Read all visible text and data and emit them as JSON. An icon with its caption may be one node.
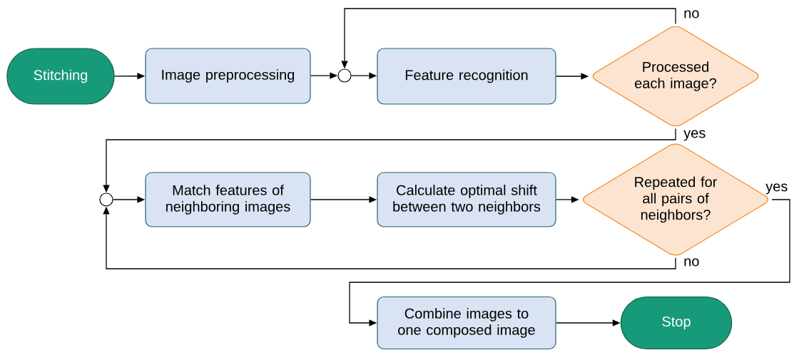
{
  "diagram": {
    "nodes": [
      {
        "text": [
          "Stitching"
        ]
      },
      {
        "text": [
          "Image preprocessing"
        ]
      },
      {
        "text": [],
        "shape": "circle"
      },
      {
        "text": [
          "Feature recognition"
        ]
      },
      {
        "text": [
          "Processed each image?"
        ]
      },
      {
        "text": [],
        "shape": "circle"
      },
      {
        "text": [
          "Match features of neighboring images"
        ]
      },
      {
        "text": [
          "Calculate optimal shift between two neighbors"
        ]
      },
      {
        "text": [
          "Repeated for all pairs of neighbors?"
        ]
      },
      {
        "text": [
          "Combine images to one composed image"
        ]
      },
      {
        "text": [
          "Stop"
        ]
      }
    ],
    "edges": [
      {
        "from": 0,
        "to": 1,
        "arrow": "to"
      },
      {
        "from": 1,
        "to": 2,
        "arrow": "to"
      },
      {
        "from": 2,
        "to": 3,
        "arrow": "to"
      },
      {
        "from": 3,
        "to": 4,
        "arrow": "to"
      },
      {
        "from": 4,
        "to": 2,
        "arrow": "to",
        "label": "no"
      },
      {
        "from": 4,
        "to": 5,
        "arrow": "to",
        "label": "yes"
      },
      {
        "from": 5,
        "to": 6,
        "arrow": "to"
      },
      {
        "from": 6,
        "to": 7,
        "arrow": "to"
      },
      {
        "from": 7,
        "to": 8,
        "arrow": "to"
      },
      {
        "from": 8,
        "to": 5,
        "arrow": "to",
        "label": "no"
      },
      {
        "from": 8,
        "to": 9,
        "arrow": "to",
        "label": "yes"
      },
      {
        "from": 9,
        "to": 10,
        "arrow": "to"
      }
    ]
  }
}
